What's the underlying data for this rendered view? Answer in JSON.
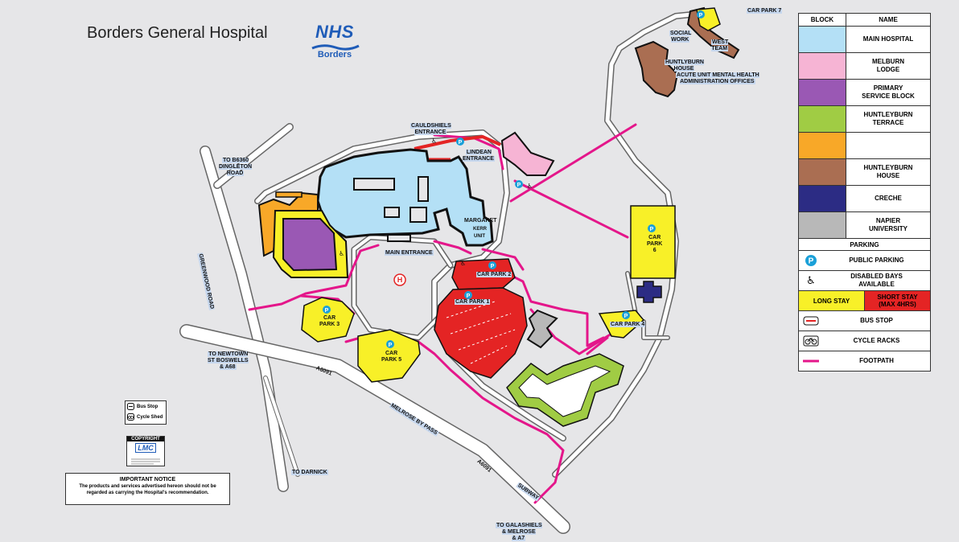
{
  "header": {
    "title": "Borders General Hospital",
    "logo_main": "NHS",
    "logo_sub": "Borders"
  },
  "colors": {
    "main_hospital": "#b4e0f6",
    "melburn_lodge": "#f6b4d4",
    "primary_service": "#9a58b4",
    "huntleyburn_terrace": "#a0cc44",
    "orange_block": "#f8a828",
    "huntleyburn_house": "#aa6e52",
    "creche": "#2c2c84",
    "napier": "#b8b8b8",
    "long_stay": "#f8f028",
    "short_stay": "#e42424",
    "footpath": "#e4168a",
    "road": "#ffffff",
    "background": "#e6e6e8"
  },
  "legend": {
    "col_block": "BLOCK",
    "col_name": "NAME",
    "blocks": [
      {
        "name": "MAIN HOSPITAL",
        "color": "#b4e0f6"
      },
      {
        "name": "MELBURN\nLODGE",
        "color": "#f6b4d4"
      },
      {
        "name": "PRIMARY\nSERVICE BLOCK",
        "color": "#9a58b4"
      },
      {
        "name": "HUNTLEYBURN\nTERRACE",
        "color": "#a0cc44"
      },
      {
        "name": "",
        "color": "#f8a828"
      },
      {
        "name": "HUNTLEYBURN\nHOUSE",
        "color": "#aa6e52"
      },
      {
        "name": "CRECHE",
        "color": "#2c2c84"
      },
      {
        "name": "NAPIER\nUNIVERSITY",
        "color": "#b8b8b8"
      }
    ],
    "parking_header": "PARKING",
    "public_parking": "PUBLIC PARKING",
    "disabled_bays": "DISABLED BAYS\nAVAILABLE",
    "long_stay": "LONG STAY",
    "short_stay": "SHORT STAY\n(MAX 4HRS)",
    "bus_stop": "BUS STOP",
    "cycle_racks": "CYCLE RACKS",
    "footpath": "FOOTPATH"
  },
  "labels": {
    "car_park_7": "CAR PARK 7",
    "social_work": "SOCIAL\nWORK",
    "west_team": "WEST\nTEAM",
    "huntlyburn_house": "HUNTLYBURN\nHOUSE",
    "acute_unit": "ACUTE UNIT MENTAL HEALTH\nADMINISTRATION OFFICES",
    "cauldshiels": "CAULDSHIELS\nENTRANCE",
    "lindean": "LINDEAN\nENTRANCE",
    "margaret_kerr": "MARGARET",
    "kerr": "KERR",
    "unit": "UNIT",
    "main_entrance": "MAIN ENTRANCE",
    "to_b6360": "TO B6360\nDINGLETON\nROAD",
    "greenwood_road": "GREENWOOD ROAD",
    "car_park_1": "CAR PARK 1",
    "car_park_2": "CAR PARK 2",
    "car_park_3": "CAR\nPARK 3",
    "car_park_4": "CAR PARK 4",
    "car_park_5": "CAR\nPARK 5",
    "car_park_6": "CAR\nPARK\n6",
    "to_newtown": "TO NEWTOWN\nST BOSWELLS\n& A68",
    "a6091_a": "A6091",
    "a6091_b": "A6091",
    "melrose_bypass": "MELROSE BY PASS",
    "subway": "SUBWAY",
    "to_darnick": "TO DARNICK",
    "to_galashiels": "TO GALASHIELS\n& MELROSE\n& A7"
  },
  "mini_legend": {
    "bus_stop": "Bus Stop",
    "cycle_shed": "Cycle Shed"
  },
  "copyright": {
    "heading": "COPYRIGHT",
    "logo": "LMC"
  },
  "notice": {
    "title": "IMPORTANT NOTICE",
    "body": "The products and services advertised hereon should not be\nregarded as carrying the Hospital's recommendation."
  }
}
